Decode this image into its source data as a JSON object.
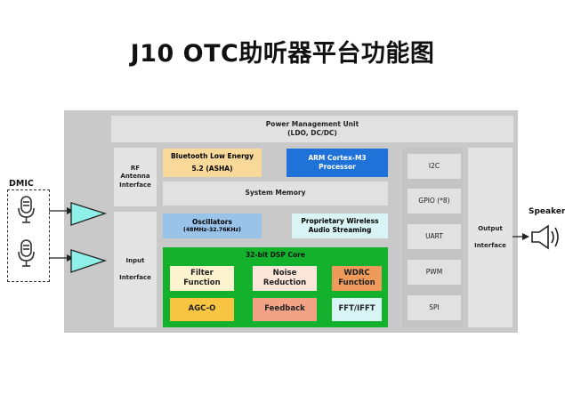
{
  "title": "J10 OTC助听器平台功能图",
  "dmic_label": "DMIC",
  "speaker_label": "Speaker",
  "pmu": {
    "line1": "Power Management Unit",
    "line2": "(LDO, DC/DC)"
  },
  "rf": {
    "line1": "RF",
    "line2": "Antenna",
    "line3": "Interface"
  },
  "input_interface": {
    "line1": "Input",
    "line2": "Interface"
  },
  "ble": {
    "line1": "Bluetooth Low Energy",
    "line2": "5.2 (ASHA)"
  },
  "arm": {
    "line1": "ARM Cortex-M3",
    "line2": "Processor"
  },
  "system_memory": "System Memory",
  "oscillators": {
    "line1": "Oscillators",
    "line2": "(48MHz-32.76KHz)"
  },
  "wireless": {
    "line1": "Proprietary Wireless",
    "line2": "Audio Streaming"
  },
  "dsp": {
    "title": "32-bit DSP Core",
    "filter": {
      "line1": "Filter",
      "line2": "Function"
    },
    "noise": {
      "line1": "Noise",
      "line2": "Reduction"
    },
    "wdrc": {
      "line1": "WDRC",
      "line2": "Function"
    },
    "agc": "AGC-O",
    "feedback": "Feedback",
    "fft": "FFT/IFFT"
  },
  "peripherals": [
    "I2C",
    "GPIO (*8)",
    "UART",
    "PWM",
    "SPI"
  ],
  "output_interface": {
    "line1": "Output",
    "line2": "Interface"
  },
  "colors": {
    "chip": "#c9c9c9",
    "yellow": "#f8d999",
    "blue": "#1f72d8",
    "light_blue": "#9ac3ea",
    "cyan": "#d9f4f4",
    "dsp_green": "#13b12c",
    "filter": "#fdf3cf",
    "noise": "#fce6da",
    "wdrc": "#ee9a5b",
    "agc": "#f8c542",
    "feedback": "#f2a386",
    "fft": "#d9f4f4",
    "amp_fill": "#8ff0ea"
  }
}
